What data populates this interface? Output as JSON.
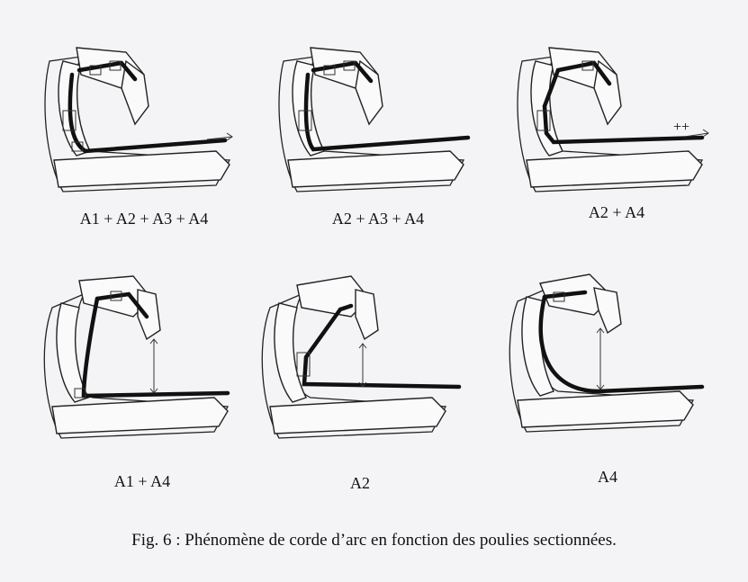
{
  "panels": [
    {
      "label": "A1 + A2 + A3 + A4",
      "extra_mark": ""
    },
    {
      "label": "A2 + A3 + A4",
      "extra_mark": ""
    },
    {
      "label": "A2 + A4",
      "extra_mark": "++"
    },
    {
      "label": "A1 + A4",
      "extra_mark": ""
    },
    {
      "label": "A2",
      "extra_mark": ""
    },
    {
      "label": "A4",
      "extra_mark": ""
    }
  ],
  "caption": "Fig. 6 : Phénomène de corde d’arc en fonction des poulies sectionnées."
}
